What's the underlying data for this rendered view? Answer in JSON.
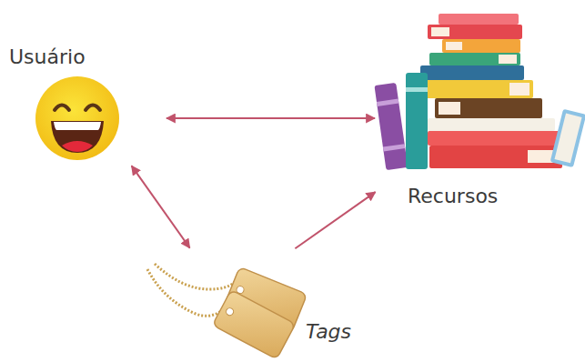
{
  "diagram": {
    "nodes": [
      {
        "text": [
          "Usuário"
        ]
      },
      {
        "text": [
          "Recursos"
        ]
      },
      {
        "text": [
          "Tags"
        ]
      }
    ],
    "edges": [
      {
        "from": 0,
        "to": 1,
        "arrow": "both"
      },
      {
        "from": 0,
        "to": 2,
        "arrow": "both"
      },
      {
        "from": 2,
        "to": 1,
        "arrow": "to"
      }
    ]
  }
}
